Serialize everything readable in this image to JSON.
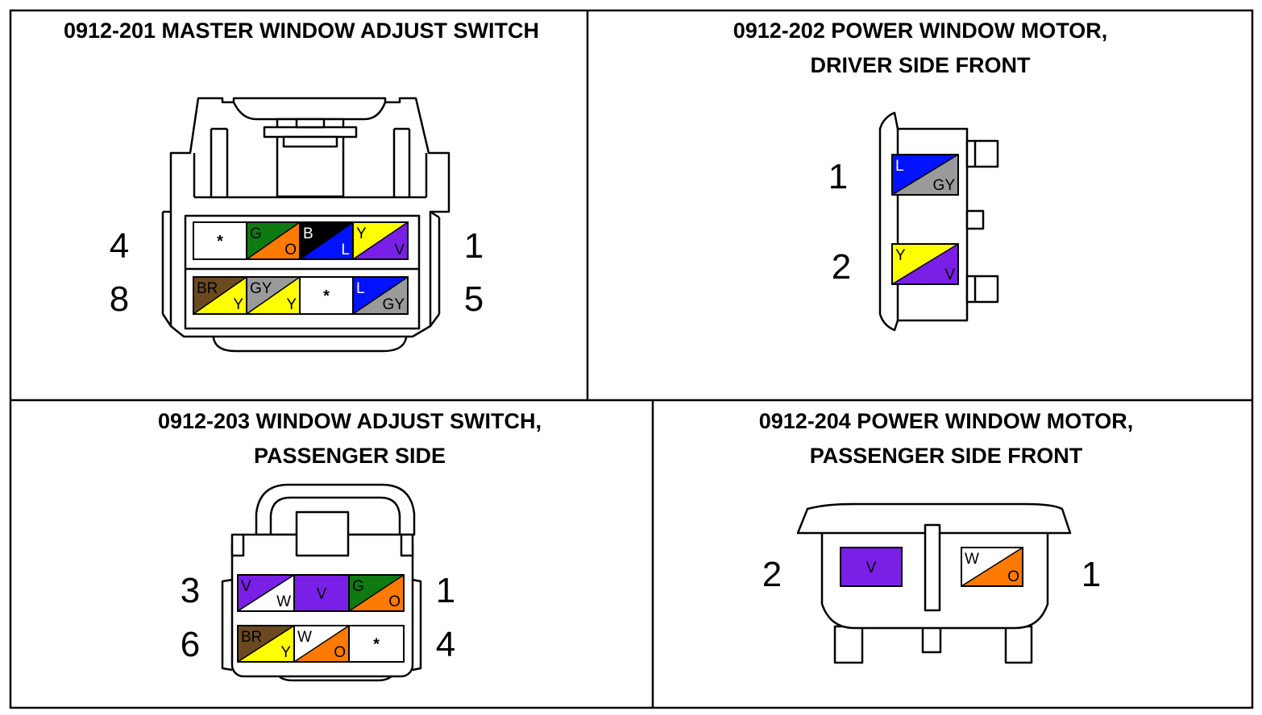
{
  "colors": {
    "B": "#000000",
    "BR": "#6b4a20",
    "G": "#0f7a12",
    "GY": "#9a9a9a",
    "L": "#0012ff",
    "O": "#ff7a00",
    "V": "#7a1fe6",
    "W": "#ffffff",
    "Y": "#ffff00"
  },
  "panels": [
    {
      "id": "p201",
      "title_lines": [
        "0912-201 MASTER WINDOW ADJUST SWITCH"
      ],
      "pin_labels": [
        "4",
        "1",
        "8",
        "5"
      ],
      "cavities": [
        {
          "pin": 4,
          "wire": null
        },
        {
          "pin": 3,
          "wire": {
            "a": "G",
            "b": "O"
          }
        },
        {
          "pin": 2,
          "wire": {
            "a": "B",
            "b": "L"
          }
        },
        {
          "pin": 1,
          "wire": {
            "a": "Y",
            "b": "V"
          }
        },
        {
          "pin": 8,
          "wire": {
            "a": "BR",
            "b": "Y"
          }
        },
        {
          "pin": 7,
          "wire": {
            "a": "GY",
            "b": "Y"
          }
        },
        {
          "pin": 6,
          "wire": null
        },
        {
          "pin": 5,
          "wire": {
            "a": "L",
            "b": "GY"
          }
        }
      ]
    },
    {
      "id": "p202",
      "title_lines": [
        "0912-202 POWER WINDOW MOTOR,",
        "DRIVER SIDE FRONT"
      ],
      "pin_labels": [
        "1",
        "2"
      ],
      "cavities": [
        {
          "pin": 1,
          "wire": {
            "a": "L",
            "b": "GY"
          }
        },
        {
          "pin": 2,
          "wire": {
            "a": "Y",
            "b": "V"
          }
        }
      ]
    },
    {
      "id": "p203",
      "title_lines": [
        "0912-203 WINDOW ADJUST SWITCH,",
        "PASSENGER SIDE"
      ],
      "pin_labels": [
        "3",
        "1",
        "6",
        "4"
      ],
      "cavities": [
        {
          "pin": 3,
          "wire": {
            "a": "V",
            "b": "W"
          }
        },
        {
          "pin": 2,
          "wire": {
            "a": "V"
          }
        },
        {
          "pin": 1,
          "wire": {
            "a": "G",
            "b": "O"
          }
        },
        {
          "pin": 6,
          "wire": {
            "a": "BR",
            "b": "Y"
          }
        },
        {
          "pin": 5,
          "wire": {
            "a": "W",
            "b": "O"
          }
        },
        {
          "pin": 4,
          "wire": null
        }
      ]
    },
    {
      "id": "p204",
      "title_lines": [
        "0912-204 POWER WINDOW MOTOR,",
        "PASSENGER SIDE FRONT"
      ],
      "pin_labels": [
        "2",
        "1"
      ],
      "cavities": [
        {
          "pin": 2,
          "wire": {
            "a": "V"
          }
        },
        {
          "pin": 1,
          "wire": {
            "a": "W",
            "b": "O"
          }
        }
      ]
    }
  ],
  "empty_cavity_mark": "*"
}
